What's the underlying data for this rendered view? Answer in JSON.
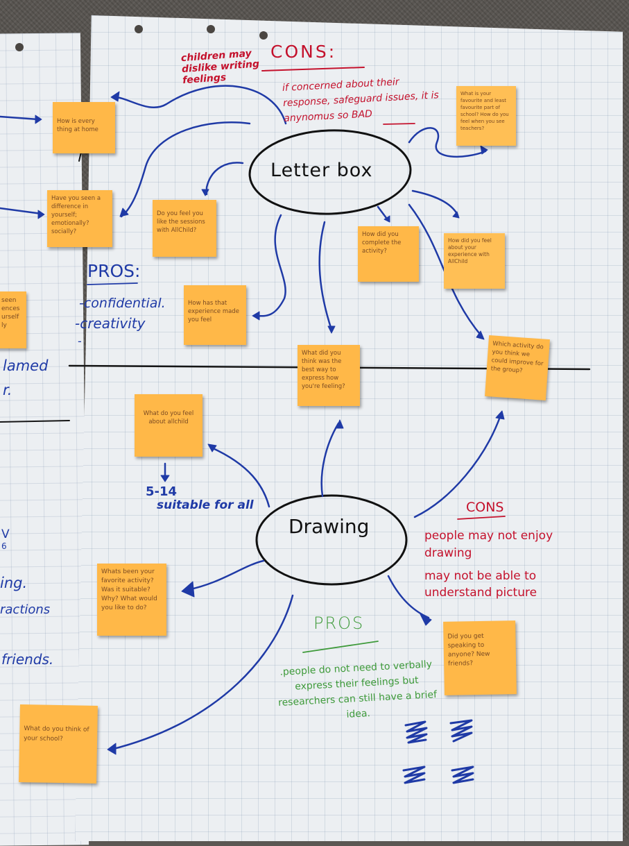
{
  "header": {
    "children_note": "children may dislike writing feelings",
    "cons_title": "CONS:",
    "cons_text": "if concerned about their response, safeguard issues, it is anynomus so BAD"
  },
  "letter_box": {
    "label": "Letter box",
    "pros_title": "PROS:",
    "pros_items": [
      "-confidential.",
      "-creativity",
      "-"
    ]
  },
  "drawing": {
    "label": "Drawing",
    "age_range": "5-14",
    "suitable": "suitable for all",
    "cons_title": "CONS",
    "cons_items": [
      "people may not enjoy drawing",
      "may not be able to understand picture"
    ],
    "pros_title": "PROS",
    "pros_text": ".people do not need to verbally express their feelings but researchers can still have a brief idea."
  },
  "sticky_notes": [
    "How is every thing at home",
    "What is your favourite and least favourite part of school? How do you feel when you see teachers?",
    "Have you seen a difference in yourself; emotionally? socially?",
    "Do you feel you like the sessions with AllChild?",
    "How did you complete the activity?",
    "How did you feel about your experience with AllChild",
    "How has that experience made you feel",
    "What did you think was the best way to express how you're feeling?",
    "Which activity do you think we could improve for the group?",
    "What do you feel about allchild",
    "Whats been your favorite activity? Was it suitable? Why? What would you like to do?",
    "Did you get speaking to anyone? New friends?",
    "What do you think of your school?"
  ],
  "left_sheet_fragments": [
    "seen",
    "ences",
    "urself",
    "ly",
    "lamed",
    "r.",
    "V",
    "6",
    "ing.",
    "ractions",
    "friends."
  ],
  "colors": {
    "note": "#ffb848",
    "red_marker": "#c4112c",
    "blue_marker": "#1f3aa6",
    "green_marker": "#3e9a3a",
    "paper": "#eceff2"
  }
}
